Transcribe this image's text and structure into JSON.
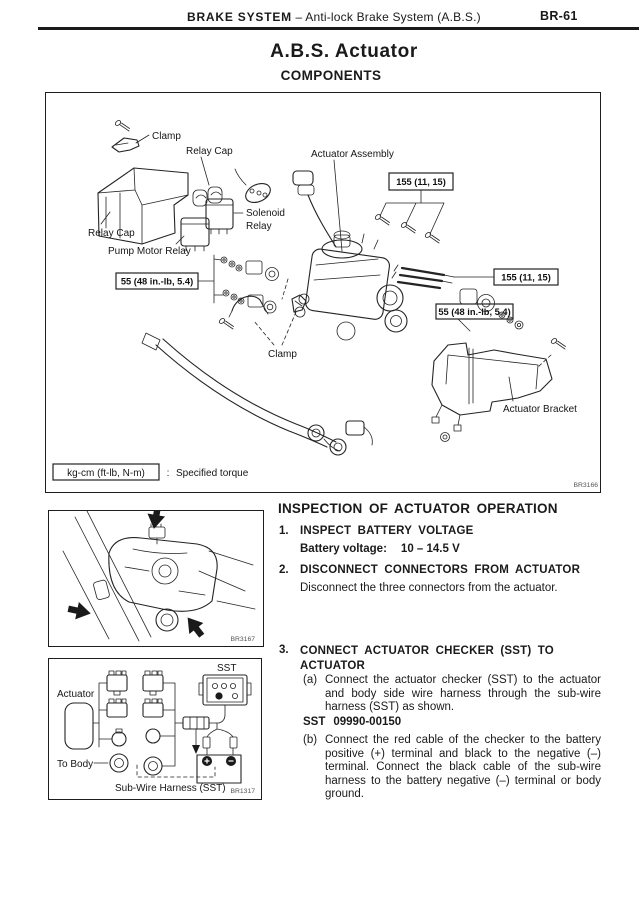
{
  "header": {
    "section": "BRAKE SYSTEM",
    "separator": "–",
    "subsection": "Anti-lock Brake System (A.B.S.)",
    "page_number": "BR-61"
  },
  "title": "A.B.S. Actuator",
  "subtitle": "COMPONENTS",
  "components_figure": {
    "figure_code": "BR3166",
    "part_labels": {
      "clamp_top": "Clamp",
      "relay_cap_top": "Relay Cap",
      "actuator_assembly": "Actuator Assembly",
      "solenoid_relay_1": "Solenoid",
      "solenoid_relay_2": "Relay",
      "relay_cap_left": "Relay Cap",
      "pump_motor_relay": "Pump Motor Relay",
      "clamp_mid": "Clamp",
      "actuator_bracket": "Actuator Bracket"
    },
    "torques": {
      "t155_top": "155 (11, 15)",
      "t155_right": "155 (11, 15)",
      "t55_left": "55 (48 in.-lb, 5.4)",
      "t55_right": "55 (48 in.-lb, 5.4)"
    },
    "legend": {
      "unit": "kg-cm (ft-lb, N-m)",
      "colon": ":",
      "label": "Specified torque"
    }
  },
  "inspection": {
    "heading": "INSPECTION OF ACTUATOR OPERATION",
    "step1": {
      "num": "1.",
      "title": "INSPECT BATTERY VOLTAGE",
      "spec_name": "Battery voltage:",
      "spec_value": "10 – 14.5 V"
    },
    "step2": {
      "num": "2.",
      "title": "DISCONNECT CONNECTORS FROM ACTUATOR",
      "body": "Disconnect the three connectors from the actuator."
    },
    "step3": {
      "num": "3.",
      "title": "CONNECT ACTUATOR CHECKER (SST) TO ACTUATOR",
      "a_label": "(a)",
      "a_text": "Connect the actuator checker (SST) to the actuator and body side wire harness through the sub-wire harness (SST) as shown.",
      "sst_prefix": "SST",
      "sst_number": "09990-00150",
      "b_label": "(b)",
      "b_text": "Connect the red cable of the checker to the battery positive (+) terminal and black to the negative (–) terminal. Connect the black cable of the sub-wire harness to the battery negative (–) terminal or body ground."
    }
  },
  "engine_bay_figure": {
    "figure_code": "BR3167"
  },
  "wiring_figure": {
    "figure_code": "BR1317",
    "labels": {
      "sst": "SST",
      "actuator": "Actuator",
      "to_body": "To Body",
      "harness": "Sub-Wire Harness (SST)"
    }
  },
  "colors": {
    "ink": "#1a1a1a",
    "paper": "#ffffff"
  }
}
